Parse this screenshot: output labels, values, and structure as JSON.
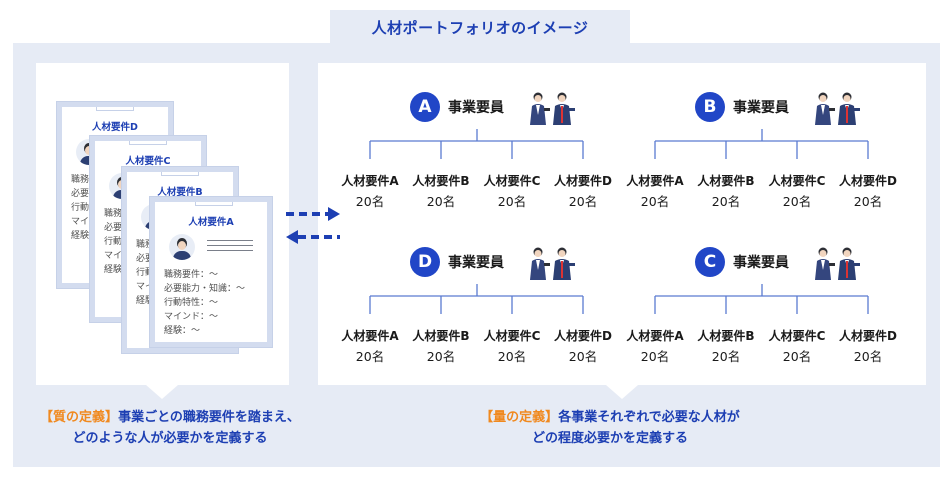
{
  "title": "人材ポートフォリオのイメージ",
  "cards": [
    {
      "title": "人材要件D",
      "fields": [
        "職務要件：〜",
        "必要能力・知識：〜",
        "行動特性：〜",
        "マインド：〜",
        "経験：〜"
      ]
    },
    {
      "title": "人材要件C",
      "fields": [
        "職務要件：〜",
        "必要能力・知識：〜",
        "行動特性：〜",
        "マインド：〜",
        "経験：〜"
      ]
    },
    {
      "title": "人材要件B",
      "fields": [
        "職務要件：〜",
        "必要能力・知識：〜",
        "行動特性：〜",
        "マインド：〜",
        "経験：〜"
      ]
    },
    {
      "title": "人材要件A",
      "fields": [
        "職務要件：〜",
        "必要能力・知識：〜",
        "行動特性：〜",
        "マインド：〜",
        "経験：〜"
      ]
    }
  ],
  "groups": [
    {
      "badge": "A",
      "label": "事業要員",
      "reqs": [
        "人材要件A",
        "人材要件B",
        "人材要件C",
        "人材要件D"
      ],
      "counts": [
        "20名",
        "20名",
        "20名",
        "20名"
      ]
    },
    {
      "badge": "B",
      "label": "事業要員",
      "reqs": [
        "人材要件A",
        "人材要件B",
        "人材要件C",
        "人材要件D"
      ],
      "counts": [
        "20名",
        "20名",
        "20名",
        "20名"
      ]
    },
    {
      "badge": "D",
      "label": "事業要員",
      "reqs": [
        "人材要件A",
        "人材要件B",
        "人材要件C",
        "人材要件D"
      ],
      "counts": [
        "20名",
        "20名",
        "20名",
        "20名"
      ]
    },
    {
      "badge": "C",
      "label": "事業要員",
      "reqs": [
        "人材要件A",
        "人材要件B",
        "人材要件C",
        "人材要件D"
      ],
      "counts": [
        "20名",
        "20名",
        "20名",
        "20名"
      ]
    }
  ],
  "captions": {
    "left": {
      "tag": "【質の定義】",
      "line1": "事業ごとの職務要件を踏まえ、",
      "line2": "どのような人が必要かを定義する"
    },
    "right": {
      "tag": "【量の定義】",
      "line1": "各事業それぞれで必要な人材が",
      "line2": "どの程度必要かを定義する"
    }
  },
  "colors": {
    "accent": "#2146c7",
    "tag": "#f0891f",
    "frame": "#e6ebf5"
  }
}
